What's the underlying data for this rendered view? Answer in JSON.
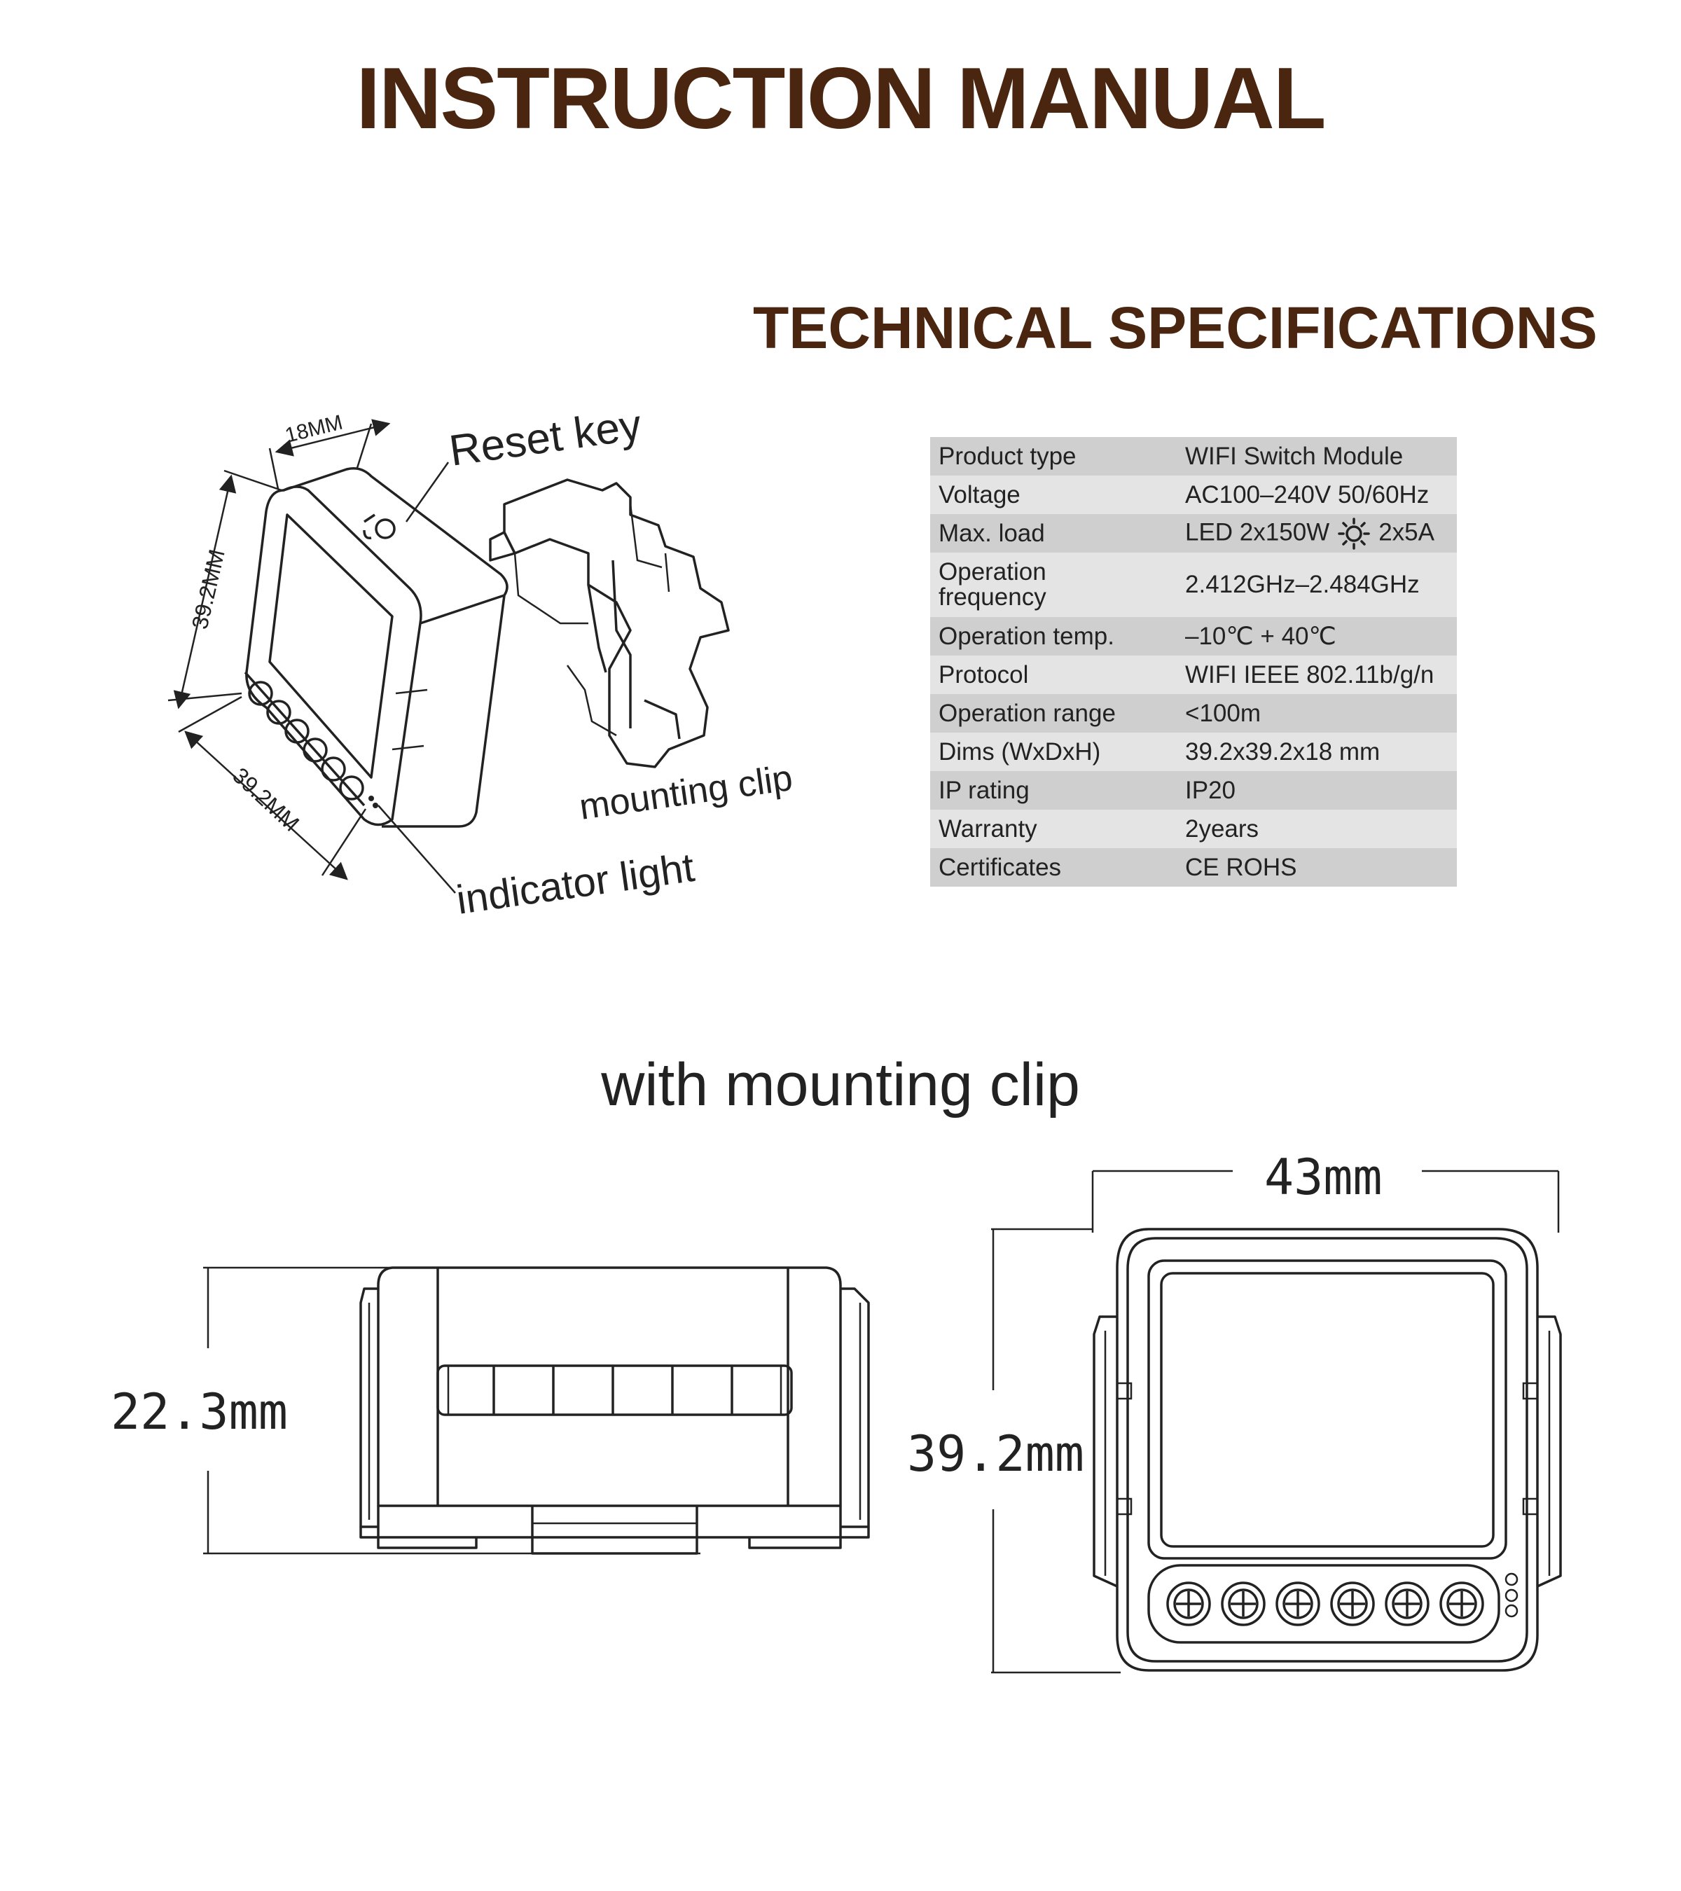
{
  "header": {
    "title": "INSTRUCTION MANUAL",
    "section_title": "TECHNICAL SPECIFICATIONS"
  },
  "specs": [
    {
      "label": "Product type",
      "value": "WIFI Switch Module"
    },
    {
      "label": "Voltage",
      "value": "AC100–240V 50/60Hz"
    },
    {
      "label": "Max. load",
      "value_a": "LED 2x150W",
      "value_b": "2x5A"
    },
    {
      "label_line1": "Operation",
      "label_line2": "frequency",
      "value": "2.412GHz–2.484GHz"
    },
    {
      "label": "Operation temp.",
      "value": "–10℃ + 40℃"
    },
    {
      "label": "Protocol",
      "value": "WIFI  IEEE 802.11b/g/n"
    },
    {
      "label": "Operation range",
      "value": "<100m"
    },
    {
      "label": "Dims (WxDxH)",
      "value": "39.2x39.2x18 mm"
    },
    {
      "label": "IP rating",
      "value": "IP20"
    },
    {
      "label": "Warranty",
      "value": "2years"
    },
    {
      "label": "Certificates",
      "value": "CE ROHS"
    }
  ],
  "top_diagram": {
    "dim_depth": "18MM",
    "dim_height": "39.2MM",
    "dim_width": "39.2MM",
    "reset_label": "Reset key",
    "clip_label": "mounting clip",
    "indicator_label": "indicator light"
  },
  "bottom_section": {
    "caption": "with mounting clip",
    "side_height": "22.3mm",
    "front_width": "43mm",
    "front_height": "39.2mm"
  },
  "colors": {
    "heading": "#4a2610",
    "row_dark": "#cfcfd0",
    "row_light": "#e4e4e5",
    "line": "#222222"
  },
  "icons": [
    "reset-key-icon",
    "light-bulb-icon",
    "terminal-screw-icon"
  ]
}
